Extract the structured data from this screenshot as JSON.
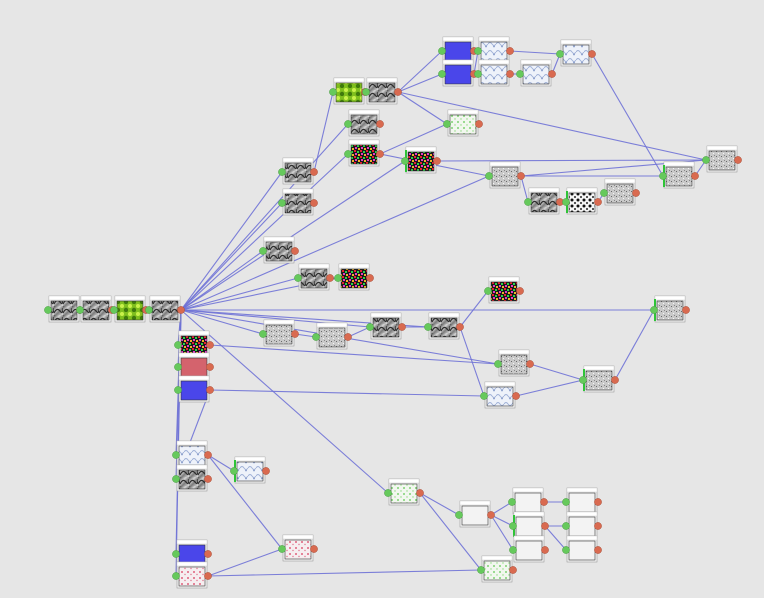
{
  "graph": {
    "background": "#e6e6e6",
    "edge_color": "#6f72d6",
    "port_in_color": "#66c95c",
    "port_out_color": "#d96a50",
    "node_types": {
      "gray": "gray-relief-texture",
      "green": "green-noise-texture",
      "colorful": "multicolor-noise-texture",
      "speckle": "speckle-noise-texture",
      "light": "light-blue-cell-texture",
      "blue": "solid-blue-fill",
      "red": "solid-red-fill",
      "bw": "black-white-spots-texture",
      "pink": "pink-dots-texture",
      "greendots": "green-dots-texture",
      "blank": "empty-output"
    },
    "colors": {
      "blue": "#4a46ea",
      "red": "#d4636d",
      "green": "#8fd13a"
    }
  }
}
